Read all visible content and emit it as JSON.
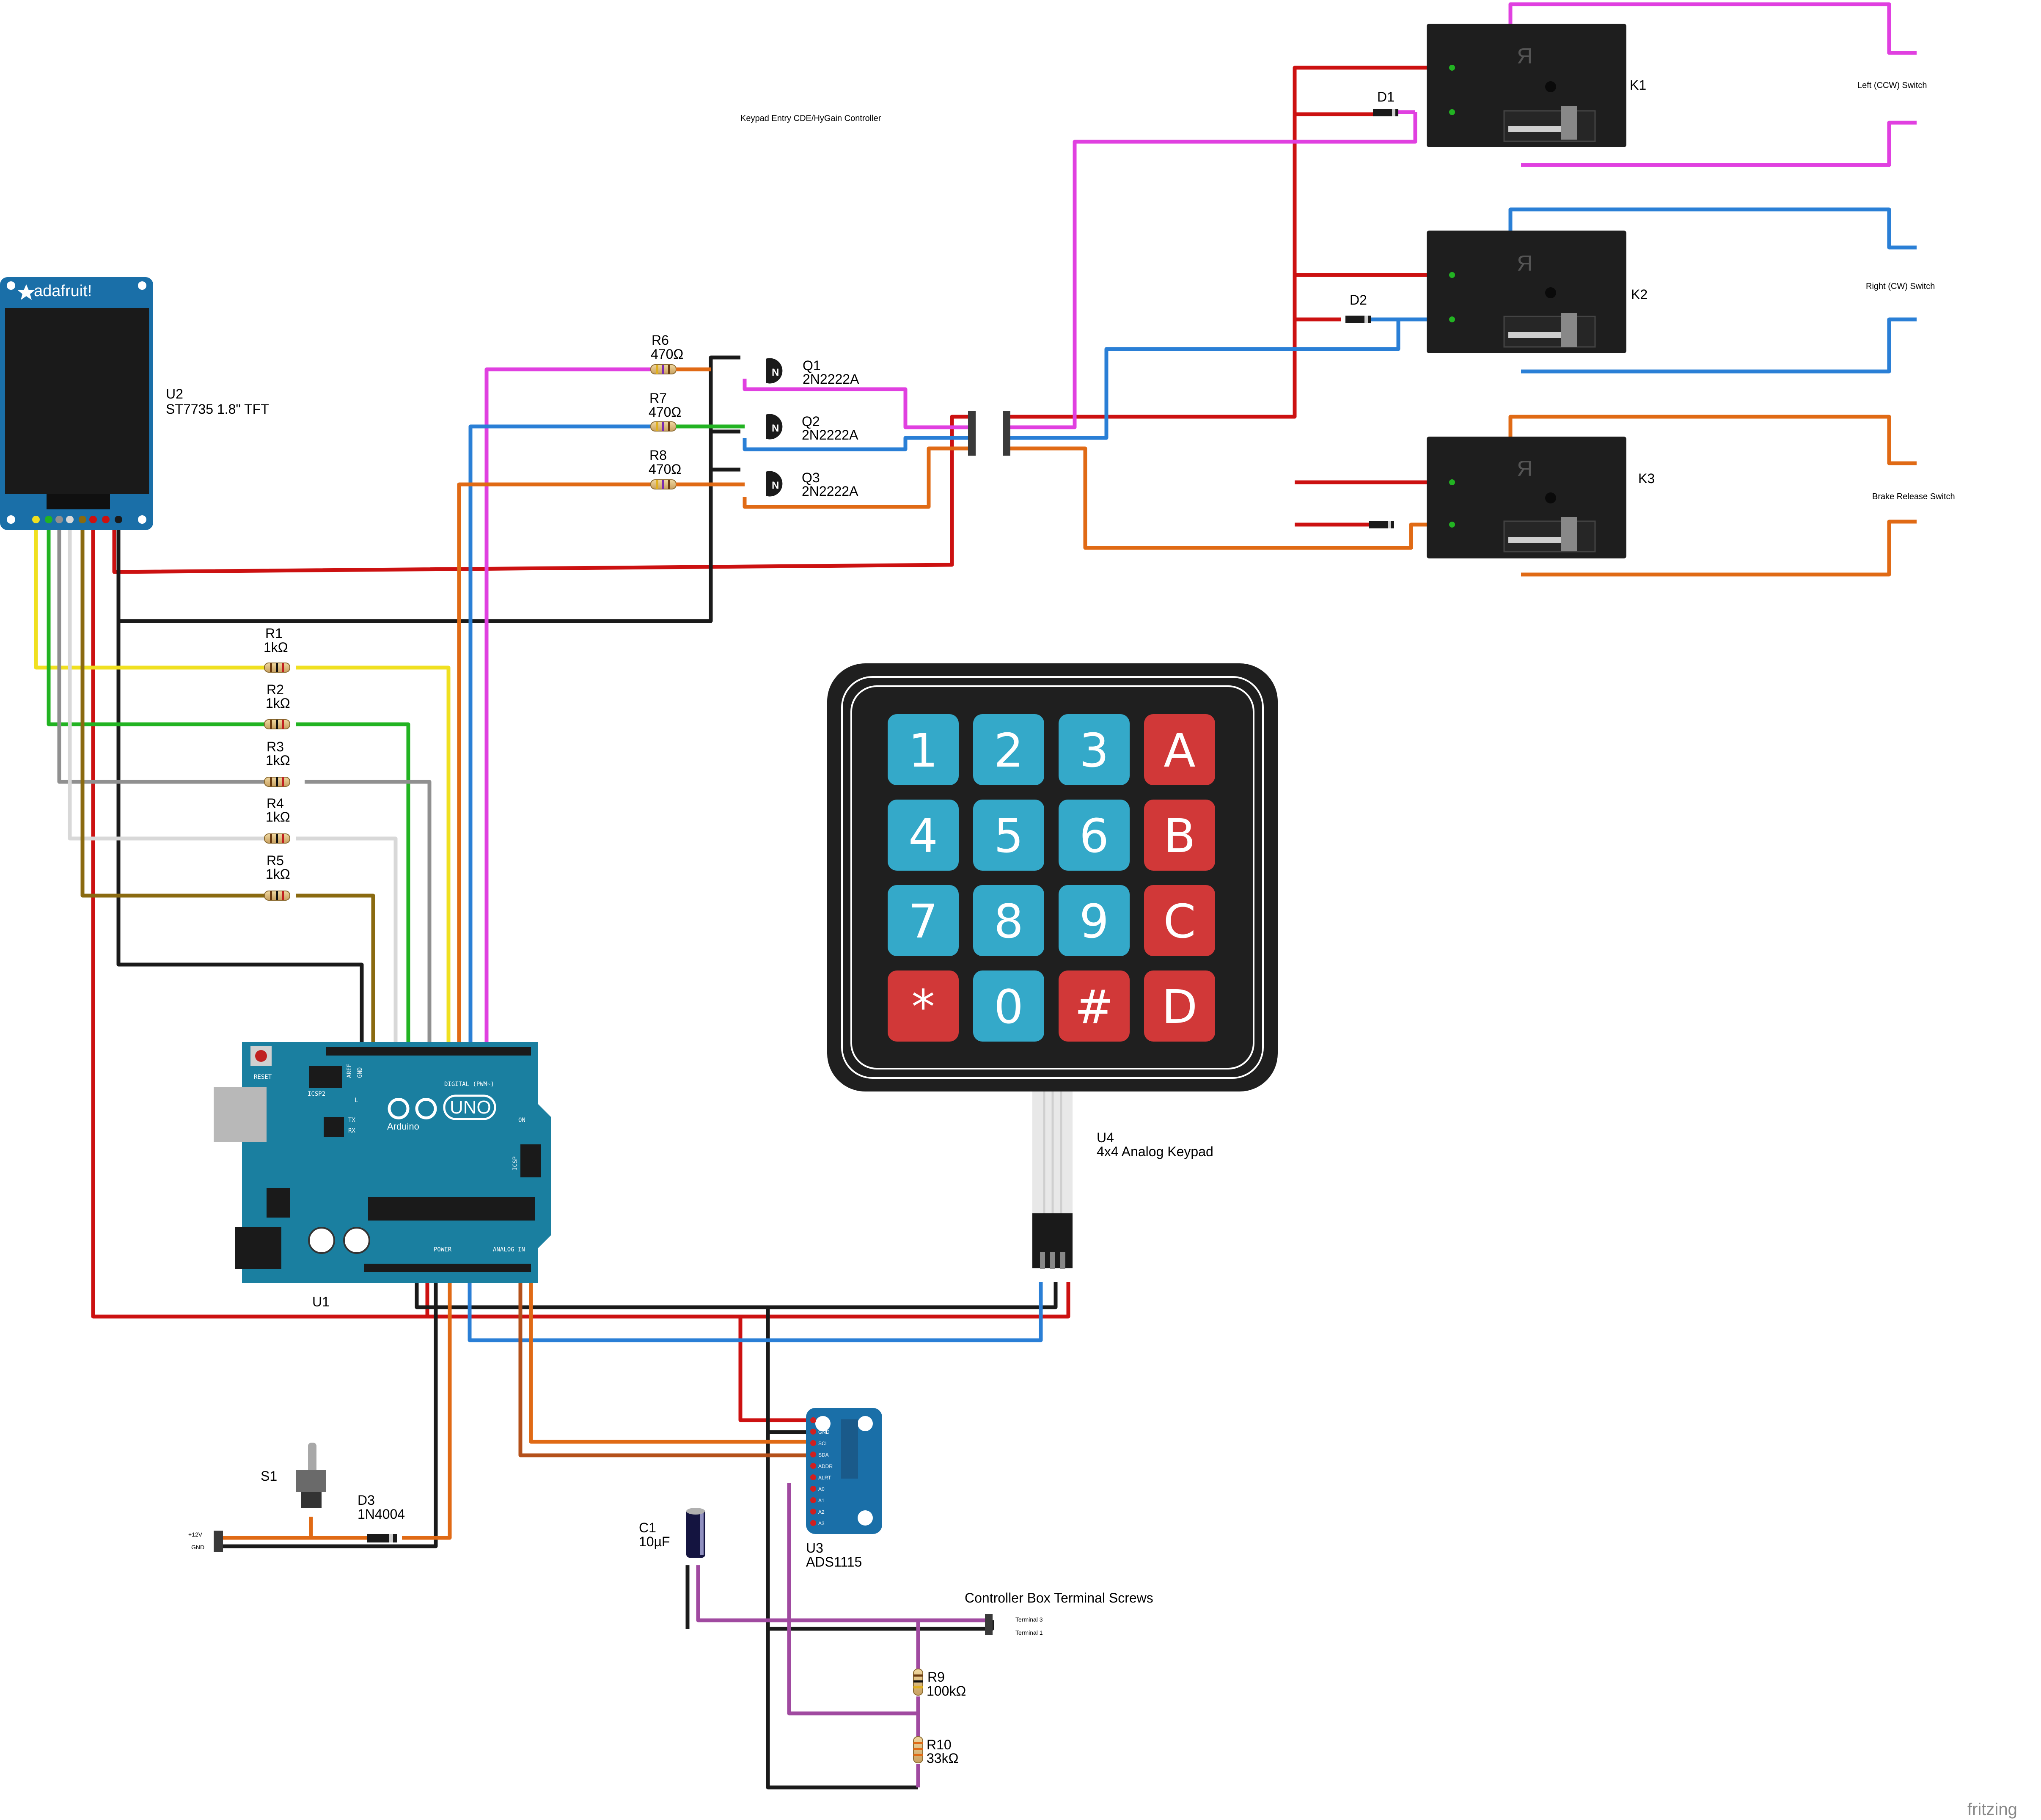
{
  "title": "Keypad Entry CDE/HyGain Controller",
  "colors": {
    "red": "#cc1111",
    "black": "#1a1a1a",
    "pink": "#e040e0",
    "blue": "#2a7fd6",
    "orange": "#e06a15",
    "yellow": "#f0e020",
    "green": "#22b322",
    "grey": "#909090",
    "white": "#d8d8d8",
    "brown": "#8a6a10",
    "purple": "#a04aa0",
    "darkorange": "#b4501a",
    "arduino": "#1a7fa0",
    "adafruit": "#1a6fa8",
    "keypadBlue": "#34a9c9",
    "keypadRed": "#d13838"
  },
  "parts": {
    "tft": {
      "ref": "U2",
      "name": "ST7735 1.8\" TFT",
      "brand": "adafruit!"
    },
    "arduino": {
      "ref": "U1",
      "logo": "UNO",
      "brand": "Arduino",
      "labels": {
        "reset": "RESET",
        "icsp2": "ICSP2",
        "icsp": "ICSP",
        "l": "L",
        "tx": "TX",
        "rx": "RX",
        "on": "ON",
        "digital": "DIGITAL (PWM~)",
        "power": "POWER",
        "analog": "ANALOG IN",
        "aref": "AREF",
        "gnd": "GND"
      }
    },
    "keypad": {
      "ref": "U4",
      "name": "4x4 Analog Keypad",
      "keys": [
        [
          "1",
          "2",
          "3",
          "A"
        ],
        [
          "4",
          "5",
          "6",
          "B"
        ],
        [
          "7",
          "8",
          "9",
          "C"
        ],
        [
          "*",
          "0",
          "#",
          "D"
        ]
      ]
    },
    "adc": {
      "ref": "U3",
      "name": "ADS1115",
      "pins": [
        "VDD",
        "GND",
        "SCL",
        "SDA",
        "ADDR",
        "ALRT",
        "A0",
        "A1",
        "A2",
        "A3"
      ]
    },
    "resistors": [
      {
        "ref": "R1",
        "value": "1kΩ"
      },
      {
        "ref": "R2",
        "value": "1kΩ"
      },
      {
        "ref": "R3",
        "value": "1kΩ"
      },
      {
        "ref": "R4",
        "value": "1kΩ"
      },
      {
        "ref": "R5",
        "value": "1kΩ"
      },
      {
        "ref": "R6",
        "value": "470Ω"
      },
      {
        "ref": "R7",
        "value": "470Ω"
      },
      {
        "ref": "R8",
        "value": "470Ω"
      },
      {
        "ref": "R9",
        "value": "100kΩ"
      },
      {
        "ref": "R10",
        "value": "33kΩ"
      }
    ],
    "transistors": [
      {
        "ref": "Q1",
        "value": "2N2222A"
      },
      {
        "ref": "Q2",
        "value": "2N2222A"
      },
      {
        "ref": "Q3",
        "value": "2N2222A"
      }
    ],
    "relays": [
      {
        "ref": "K1"
      },
      {
        "ref": "K2"
      },
      {
        "ref": "K3"
      }
    ],
    "diodes": [
      {
        "ref": "D1"
      },
      {
        "ref": "D2"
      },
      {
        "ref": "D3",
        "value": "1N4004"
      }
    ],
    "switch": {
      "ref": "S1"
    },
    "capacitor": {
      "ref": "C1",
      "value": "10µF"
    },
    "power_terminal": {
      "plus": "+12V",
      "gnd": "GND"
    },
    "terminal_screws": {
      "title": "Controller Box Terminal Screws",
      "t3": "Terminal 3",
      "t1": "Terminal 1"
    }
  },
  "switch_labels": {
    "left": "Left (CCW) Switch",
    "right": "Right (CW) Switch",
    "brake": "Brake Release Switch"
  },
  "watermark": "fritzing"
}
